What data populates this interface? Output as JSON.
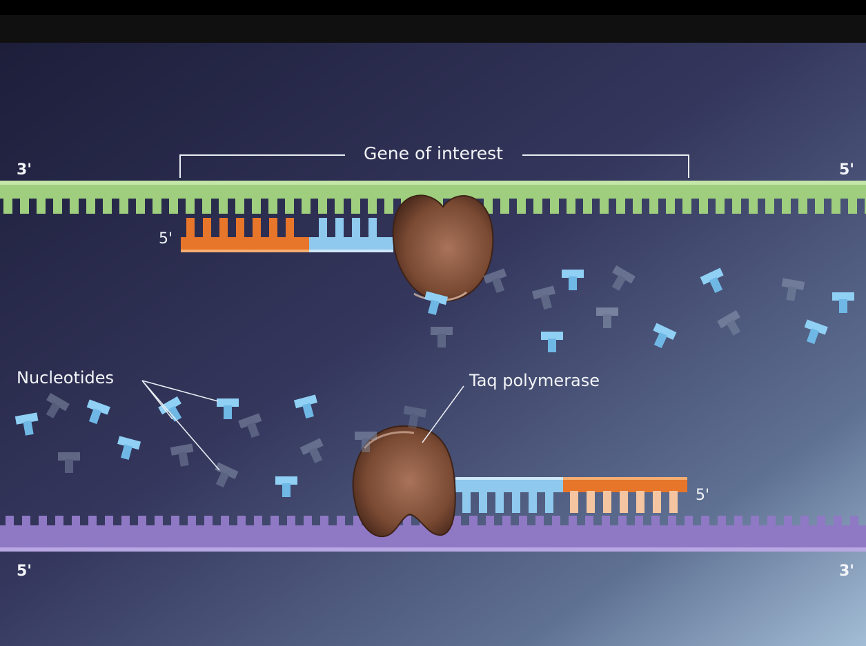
{
  "labels": {
    "gene_of_interest": "Gene of interest",
    "nucleotides": "Nucleotides",
    "taq_polymerase": "Taq polymerase",
    "top_strand_left_end": "3'",
    "top_strand_right_end": "5'",
    "top_primer_end": "5'",
    "bottom_primer_end": "5'",
    "bottom_strand_left_end": "5'",
    "bottom_strand_right_end": "3'"
  },
  "colors": {
    "top_template": "#9fce7e",
    "bottom_template": "#8f78c4",
    "primer": "#e8762a",
    "new_strand": "#8fc9ee",
    "polymerase": "#8a5438",
    "nucleotide": "#7cc3ee"
  }
}
